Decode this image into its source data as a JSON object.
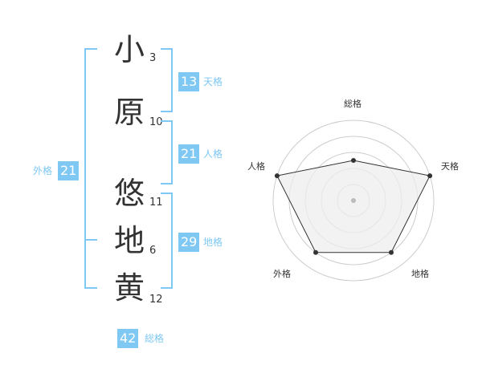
{
  "characters": [
    {
      "char": "小",
      "strokes": "3"
    },
    {
      "char": "原",
      "strokes": "10"
    },
    {
      "char": "悠",
      "strokes": "11"
    },
    {
      "char": "地",
      "strokes": "6"
    },
    {
      "char": "黄",
      "strokes": "12"
    }
  ],
  "kaku": {
    "tenkaku": {
      "value": "13",
      "label": "天格"
    },
    "jinkaku": {
      "value": "21",
      "label": "人格"
    },
    "chikaku": {
      "value": "29",
      "label": "地格"
    },
    "gaikaku": {
      "value": "21",
      "label": "外格"
    },
    "soukaku": {
      "value": "42",
      "label": "総格"
    }
  },
  "radar": {
    "axes": [
      "総格",
      "天格",
      "地格",
      "外格",
      "人格"
    ],
    "levels": 5,
    "values": [
      0.5,
      1.0,
      0.8,
      0.8,
      1.0
    ]
  },
  "colors": {
    "accent": "#7ec8f3",
    "text": "#333333",
    "ring": "#cccccc",
    "fill": "#eeeeee"
  }
}
